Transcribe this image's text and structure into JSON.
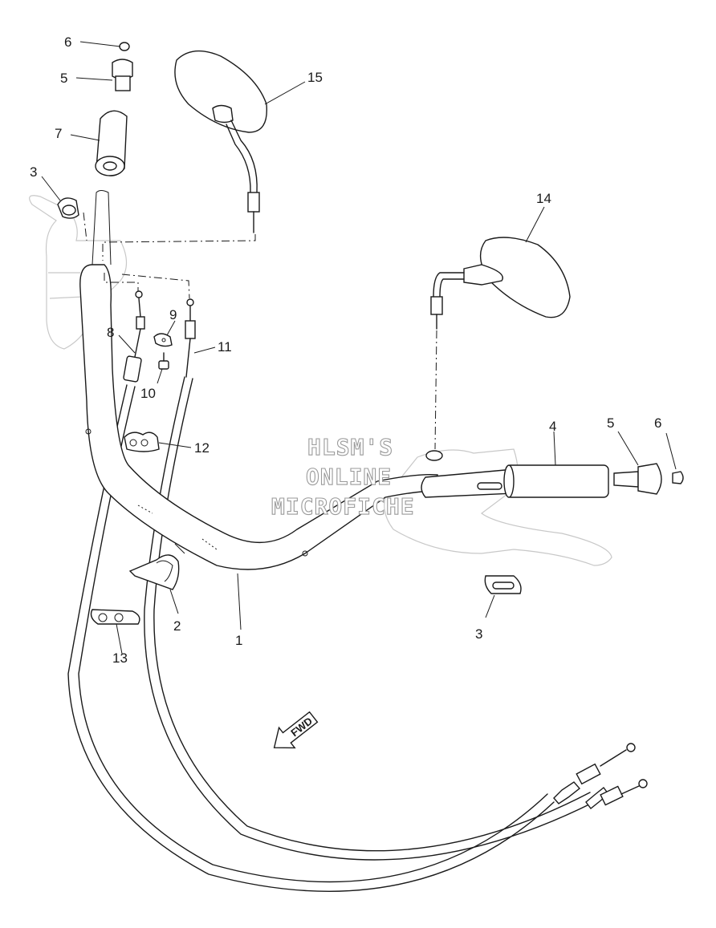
{
  "watermark": {
    "line1": "HLSM'S",
    "line2": "ONLINE",
    "line3": "MICROFICHE"
  },
  "direction_arrow": "FWD",
  "callouts": {
    "handlebar": "1",
    "wire_holder": "2",
    "holder_left": "3",
    "holder_right": "3",
    "grip_right": "4",
    "end_weight_left": "5",
    "end_weight_right": "5",
    "end_screw_left": "6",
    "end_screw_right": "6",
    "grip_left": "7",
    "cable_8": "8",
    "clamp_9": "9",
    "screw_10": "10",
    "cable_11": "11",
    "band_12": "12",
    "clamp_13": "13",
    "mirror_right": "14",
    "mirror_left": "15"
  }
}
